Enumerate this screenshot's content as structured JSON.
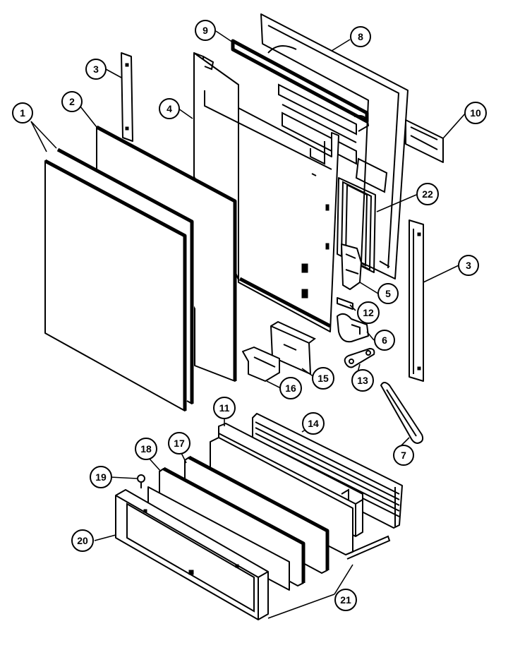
{
  "callouts": {
    "c1": "1",
    "c2": "2",
    "c3a": "3",
    "c3b": "3",
    "c4": "4",
    "c5": "5",
    "c6": "6",
    "c7": "7",
    "c8": "8",
    "c9": "9",
    "c10": "10",
    "c11": "11",
    "c12": "12",
    "c13": "13",
    "c14": "14",
    "c15": "15",
    "c16": "16",
    "c17": "17",
    "c18": "18",
    "c19": "19",
    "c20": "20",
    "c21": "21",
    "c22": "22"
  },
  "colors": {
    "line": "#000000",
    "background": "#ffffff"
  }
}
